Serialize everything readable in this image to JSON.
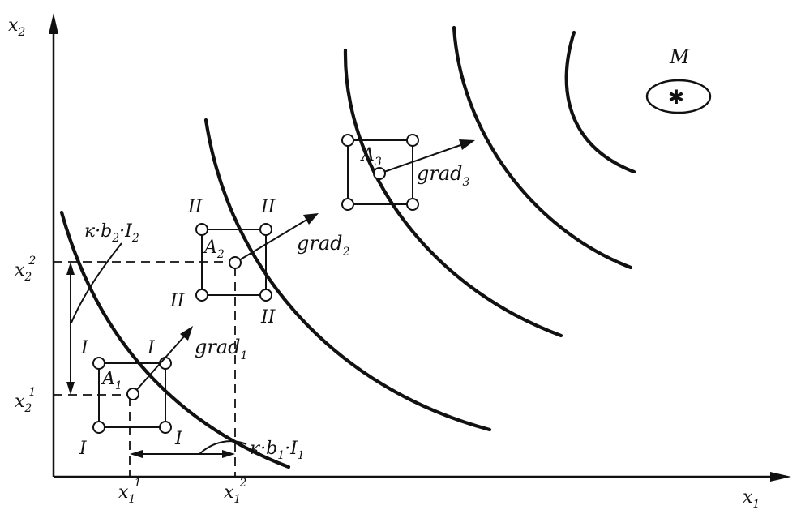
{
  "axes": {
    "x_label": "x",
    "x_sub": "1",
    "y_label": "x",
    "y_sub": "2"
  },
  "ticks": {
    "x_first": {
      "main": "x",
      "sub": "1",
      "sup": "1"
    },
    "x_second": {
      "main": "x",
      "sub": "1",
      "sup": "2"
    },
    "y_first": {
      "main": "x",
      "sub": "2",
      "sup": "1"
    },
    "y_second": {
      "main": "x",
      "sub": "2",
      "sup": "2"
    }
  },
  "points": {
    "a1": {
      "main": "A",
      "sub": "1"
    },
    "a2": {
      "main": "A",
      "sub": "2"
    },
    "a3": {
      "main": "A",
      "sub": "3"
    }
  },
  "gradients": {
    "g1": {
      "main": "grad",
      "sub": "1"
    },
    "g2": {
      "main": "grad",
      "sub": "2"
    },
    "g3": {
      "main": "grad",
      "sub": "3"
    }
  },
  "step_labels": {
    "step1": {
      "main": "к·b",
      "sub": "1",
      "tail": "·I",
      "tail_sub": "1"
    },
    "step2": {
      "main": "к·b",
      "sub": "2",
      "tail": "·I",
      "tail_sub": "2"
    }
  },
  "square_labels": {
    "level1": "I",
    "level2": "II"
  },
  "optimum_label": "M",
  "optimum_mark": "✱"
}
